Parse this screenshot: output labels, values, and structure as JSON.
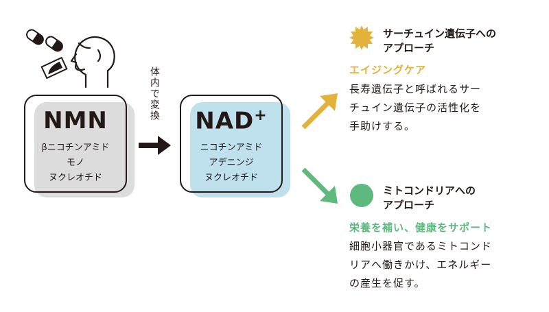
{
  "nmn": {
    "title": "NMN",
    "lines": [
      "βニコチンアミド",
      "モノ",
      "ヌクレオチド"
    ]
  },
  "conversion": {
    "label": "体内で変換"
  },
  "nad": {
    "title": "NAD",
    "sup": "+",
    "lines": [
      "ニコチンアミド",
      "アデニンジ",
      "ヌクレオチド"
    ]
  },
  "sirtuin": {
    "heading": [
      "サーチュイン遺伝子への",
      "アプローチ"
    ],
    "accent": "エイジングケア",
    "desc": [
      "長寿遺伝子と呼ばれるサー",
      "チュイン遺伝子の活性化を",
      "手助けする。"
    ]
  },
  "mito": {
    "heading": [
      "ミトコンドリアへの",
      "アプローチ"
    ],
    "accent": "栄養を補い、健康をサポート",
    "desc": [
      "細胞小器官であるミトコンド",
      "リアへ働きかけ、エネルギー",
      "の産生を促す。"
    ]
  },
  "colors": {
    "gold": "#e3b23c",
    "green": "#5fb97e",
    "nmn_fill": "#dcdcdc",
    "nad_fill": "#bfe1ee",
    "ink": "#231815"
  },
  "icons": [
    "pills-icon",
    "pill-sachet-icon",
    "head-profile-icon",
    "right-arrow-icon",
    "up-right-arrow-icon",
    "down-right-arrow-icon",
    "gold-badge-icon",
    "green-circle-icon"
  ]
}
